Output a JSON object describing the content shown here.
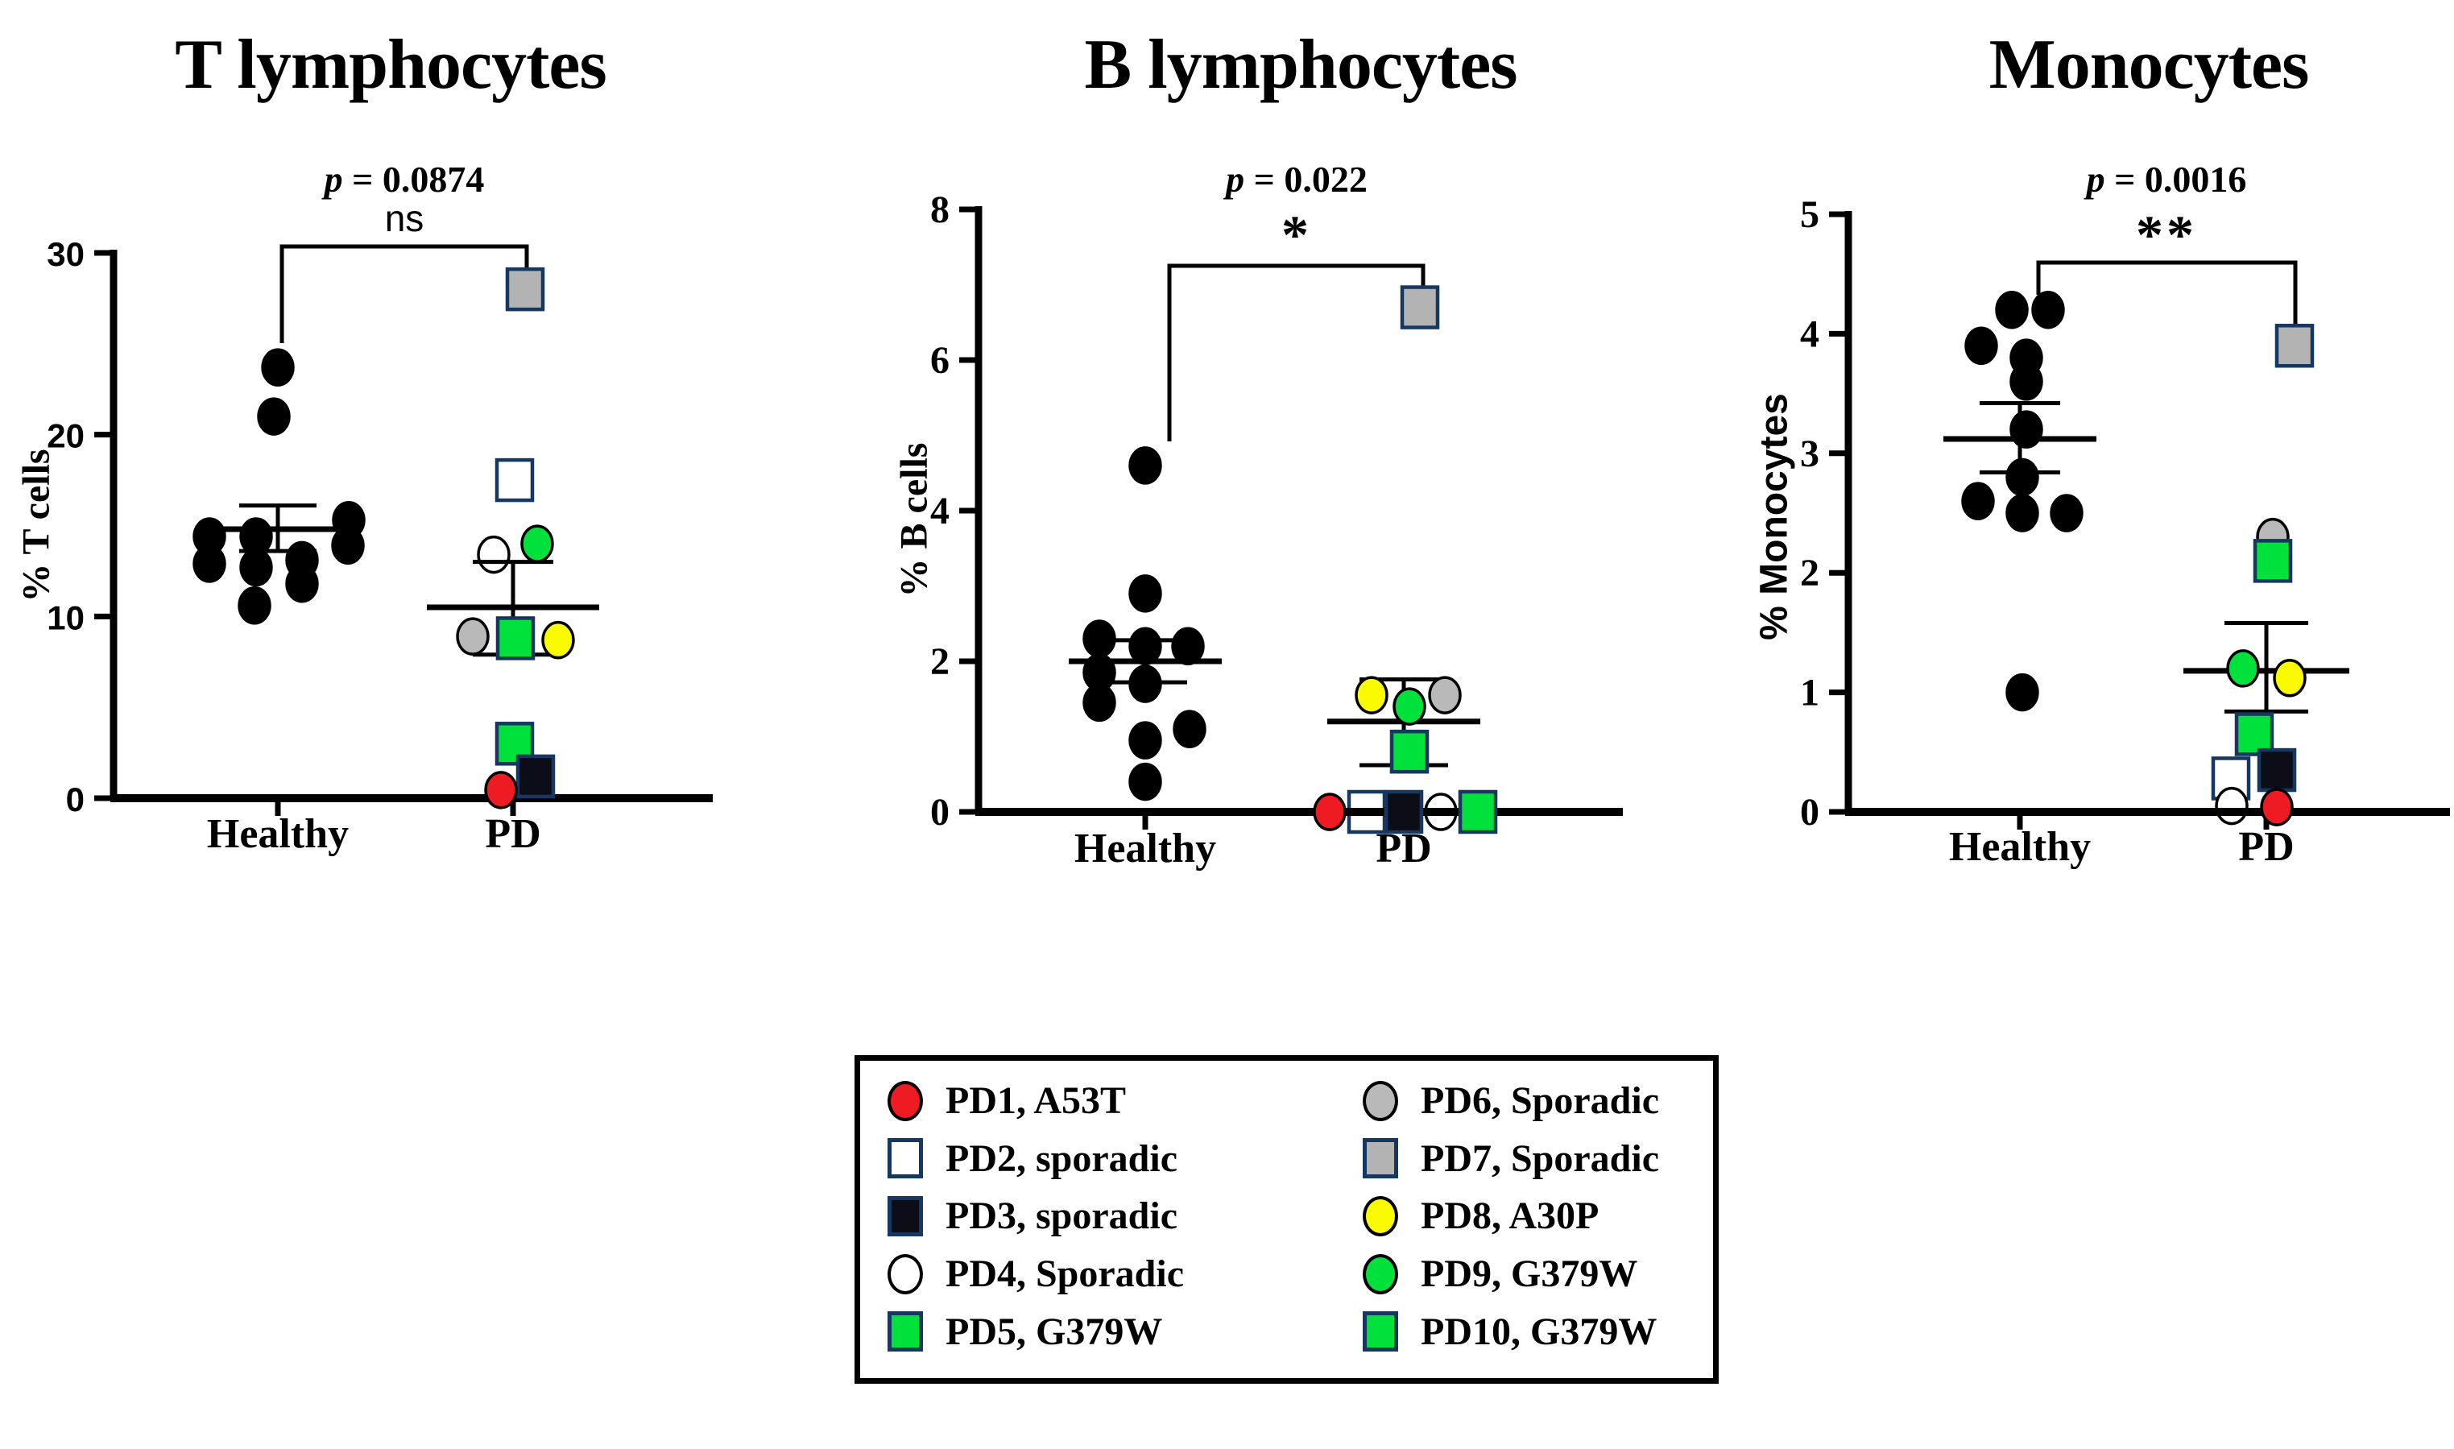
{
  "figure": {
    "background": "#ffffff"
  },
  "colors": {
    "axis": "#000000",
    "circle_border": "#000000",
    "square_border": "#16375f",
    "healthy_fill": "#000000"
  },
  "legend": {
    "items": [
      {
        "id": "PD1",
        "label": "PD1, A53T",
        "marker": "circle",
        "fill": "#ee1b22"
      },
      {
        "id": "PD2",
        "label": "PD2, sporadic",
        "marker": "square",
        "fill": "#ffffff"
      },
      {
        "id": "PD3",
        "label": "PD3, sporadic",
        "marker": "square",
        "fill": "#0d0d17"
      },
      {
        "id": "PD4",
        "label": "PD4, Sporadic",
        "marker": "circle",
        "fill": "#ffffff"
      },
      {
        "id": "PD5",
        "label": "PD5, G379W",
        "marker": "square",
        "fill": "#00e13c"
      },
      {
        "id": "PD6",
        "label": "PD6, Sporadic",
        "marker": "circle",
        "fill": "#b9b9b9"
      },
      {
        "id": "PD7",
        "label": "PD7, Sporadic",
        "marker": "square",
        "fill": "#b3b3b3"
      },
      {
        "id": "PD8",
        "label": "PD8, A30P",
        "marker": "circle",
        "fill": "#fbfb00"
      },
      {
        "id": "PD9",
        "label": "PD9, G379W",
        "marker": "circle",
        "fill": "#00e13c"
      },
      {
        "id": "PD10",
        "label": "PD10, G379W",
        "marker": "square",
        "fill": "#00e13c"
      }
    ]
  },
  "chart_data": [
    {
      "type": "scatter",
      "title": "T lymphocytes",
      "ylabel": "% T cells",
      "p_label": "p = 0.0874",
      "sig_label": "ns",
      "sig_style": "ns",
      "categories": [
        "Healthy",
        "PD"
      ],
      "ylim": [
        0,
        30
      ],
      "yticks": [
        0,
        10,
        20,
        30
      ],
      "grid": false,
      "series": [
        {
          "name": "Healthy",
          "points": [
            {
              "value": 23.7,
              "dx": 0
            },
            {
              "value": 21.0,
              "dx": -5
            },
            {
              "value": 15.3,
              "dx": 88
            },
            {
              "value": 14.4,
              "dx": -85
            },
            {
              "value": 14.4,
              "dx": -27
            },
            {
              "value": 13.9,
              "dx": 87
            },
            {
              "value": 13.1,
              "dx": 30
            },
            {
              "value": 12.9,
              "dx": -85
            },
            {
              "value": 12.7,
              "dx": -27
            },
            {
              "value": 11.8,
              "dx": 30
            },
            {
              "value": 10.6,
              "dx": -29
            }
          ]
        },
        {
          "name": "PD",
          "points": [
            {
              "patient": "PD7",
              "value": 28.0,
              "dx": 15
            },
            {
              "patient": "PD2",
              "value": 17.5,
              "dx": 2
            },
            {
              "patient": "PD9",
              "value": 14.0,
              "dx": 30
            },
            {
              "patient": "PD4",
              "value": 13.4,
              "dx": -24
            },
            {
              "patient": "PD6",
              "value": 8.9,
              "dx": -50
            },
            {
              "patient": "PD10",
              "value": 8.8,
              "dx": 3
            },
            {
              "patient": "PD8",
              "value": 8.7,
              "dx": 56
            },
            {
              "patient": "PD5",
              "value": 3.0,
              "dx": 2
            },
            {
              "patient": "PD3",
              "value": 1.2,
              "dx": 28
            },
            {
              "patient": "PD1",
              "value": 0.45,
              "dx": -15
            }
          ]
        }
      ],
      "stats": {
        "healthy": {
          "mean": 14.8,
          "sem_upper": 16.1,
          "sem_lower": 13.6
        },
        "pd": {
          "mean": 10.5,
          "sem_upper": 13.0,
          "sem_lower": 7.9
        }
      }
    },
    {
      "type": "scatter",
      "title": "B lymphocytes",
      "ylabel": "% B cells",
      "p_label": "p = 0.022",
      "sig_label": "*",
      "sig_style": "stars",
      "categories": [
        "Healthy",
        "PD"
      ],
      "ylim": [
        0,
        8
      ],
      "yticks": [
        0,
        2,
        4,
        6,
        8
      ],
      "grid": false,
      "series": [
        {
          "name": "Healthy",
          "points": [
            {
              "value": 4.6,
              "dx": 0
            },
            {
              "value": 2.9,
              "dx": 0
            },
            {
              "value": 2.3,
              "dx": -57
            },
            {
              "value": 2.2,
              "dx": 0
            },
            {
              "value": 2.2,
              "dx": 53
            },
            {
              "value": 1.85,
              "dx": -57
            },
            {
              "value": 1.7,
              "dx": 0
            },
            {
              "value": 1.45,
              "dx": -57
            },
            {
              "value": 1.1,
              "dx": 55
            },
            {
              "value": 0.95,
              "dx": 0
            },
            {
              "value": 0.4,
              "dx": 0
            }
          ]
        },
        {
          "name": "PD",
          "points": [
            {
              "patient": "PD7",
              "value": 6.7,
              "dx": 20
            },
            {
              "patient": "PD8",
              "value": 1.55,
              "dx": -40
            },
            {
              "patient": "PD6",
              "value": 1.55,
              "dx": 51
            },
            {
              "patient": "PD9",
              "value": 1.4,
              "dx": 7
            },
            {
              "patient": "PD10",
              "value": 0.8,
              "dx": 7
            },
            {
              "patient": "PD1",
              "value": 0.0,
              "dx": -92
            },
            {
              "patient": "PD2",
              "value": 0.0,
              "dx": -46
            },
            {
              "patient": "PD3",
              "value": 0.0,
              "dx": 0
            },
            {
              "patient": "PD4",
              "value": 0.0,
              "dx": 46
            },
            {
              "patient": "PD5",
              "value": 0.0,
              "dx": 92
            }
          ]
        }
      ],
      "stats": {
        "healthy": {
          "mean": 2.0,
          "sem_upper": 2.28,
          "sem_lower": 1.72
        },
        "pd": {
          "mean": 1.2,
          "sem_upper": 1.76,
          "sem_lower": 0.62
        }
      }
    },
    {
      "type": "scatter",
      "title": "Monocytes",
      "ylabel": "% Monocytes",
      "p_label": "p = 0.0016",
      "sig_label": "**",
      "sig_style": "stars",
      "categories": [
        "Healthy",
        "PD"
      ],
      "ylim": [
        0,
        5
      ],
      "yticks": [
        0,
        1,
        2,
        3,
        4,
        5
      ],
      "grid": false,
      "series": [
        {
          "name": "Healthy",
          "points": [
            {
              "value": 4.2,
              "dx": -10
            },
            {
              "value": 4.2,
              "dx": 35
            },
            {
              "value": 3.9,
              "dx": -48
            },
            {
              "value": 3.8,
              "dx": 8
            },
            {
              "value": 3.6,
              "dx": 8
            },
            {
              "value": 3.2,
              "dx": 8
            },
            {
              "value": 2.8,
              "dx": 3
            },
            {
              "value": 2.6,
              "dx": -52
            },
            {
              "value": 2.5,
              "dx": 3
            },
            {
              "value": 2.5,
              "dx": 58
            },
            {
              "value": 1.0,
              "dx": 3
            }
          ]
        },
        {
          "name": "PD",
          "points": [
            {
              "patient": "PD7",
              "value": 3.9,
              "dx": 35
            },
            {
              "patient": "PD6",
              "value": 2.3,
              "dx": 8
            },
            {
              "patient": "PD10",
              "value": 2.1,
              "dx": 8
            },
            {
              "patient": "PD9",
              "value": 1.2,
              "dx": -29
            },
            {
              "patient": "PD8",
              "value": 1.12,
              "dx": 29
            },
            {
              "patient": "PD5",
              "value": 0.65,
              "dx": -15
            },
            {
              "patient": "PD3",
              "value": 0.35,
              "dx": 13
            },
            {
              "patient": "PD2",
              "value": 0.28,
              "dx": -44
            },
            {
              "patient": "PD4",
              "value": 0.05,
              "dx": -43
            },
            {
              "patient": "PD1",
              "value": 0.04,
              "dx": 13
            }
          ]
        }
      ],
      "stats": {
        "healthy": {
          "mean": 3.12,
          "sem_upper": 3.42,
          "sem_lower": 2.84
        },
        "pd": {
          "mean": 1.18,
          "sem_upper": 1.58,
          "sem_lower": 0.84
        }
      }
    }
  ]
}
